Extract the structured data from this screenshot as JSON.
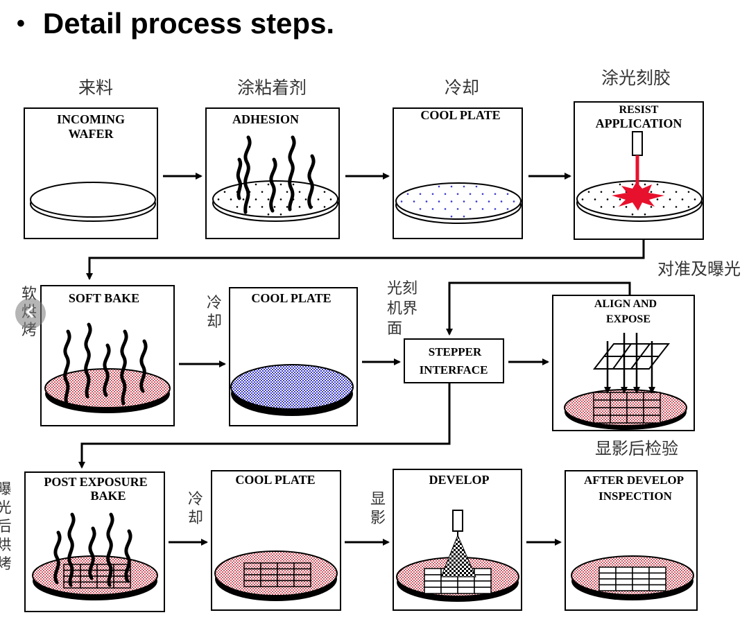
{
  "title": "Detail process steps.",
  "bullet": "•",
  "steps": [
    {
      "label": "INCOMING WAFER",
      "lines": [
        "INCOMING",
        "WAFER"
      ],
      "zh": "来料"
    },
    {
      "label": "ADHESION",
      "lines": [
        "ADHESION"
      ],
      "zh": "涂粘着剂"
    },
    {
      "label": "COOL PLATE",
      "lines": [
        "COOL PLATE"
      ],
      "zh": "冷却"
    },
    {
      "label": "RESIST APPLICATION",
      "lines": [
        "RESIST",
        "APPLICATION"
      ],
      "zh": "涂光刻胶"
    },
    {
      "label": "SOFT BAKE",
      "lines": [
        "SOFT BAKE"
      ],
      "zh": "软烘烤"
    },
    {
      "label": "COOL PLATE",
      "lines": [
        "COOL PLATE"
      ],
      "zh": "冷却"
    },
    {
      "label": "STEPPER INTERFACE",
      "lines": [
        "STEPPER",
        "INTERFACE"
      ],
      "zh": "光刻机界面"
    },
    {
      "label": "ALIGN AND EXPOSE",
      "lines": [
        "ALIGN AND",
        "EXPOSE"
      ],
      "zh": "对准及曝光"
    },
    {
      "label": "POST EXPOSURE BAKE",
      "lines": [
        "POST EXPOSURE",
        "BAKE"
      ],
      "zh": "曝光后烘烤"
    },
    {
      "label": "COOL PLATE",
      "lines": [
        "COOL PLATE"
      ],
      "zh": "冷却"
    },
    {
      "label": "DEVELOP",
      "lines": [
        "DEVELOP"
      ],
      "zh": "显影"
    },
    {
      "label": "AFTER DEVELOP INSPECTION",
      "lines": [
        "AFTER DEVELOP",
        "INSPECTION"
      ],
      "zh": "显影后检验"
    }
  ],
  "colors": {
    "pink_wafer": "#e8a0a6",
    "blue_wafer": "#5b5bd6",
    "resist_red": "#e8112d",
    "dot_blue": "#3a3ad0",
    "line": "#000000"
  }
}
